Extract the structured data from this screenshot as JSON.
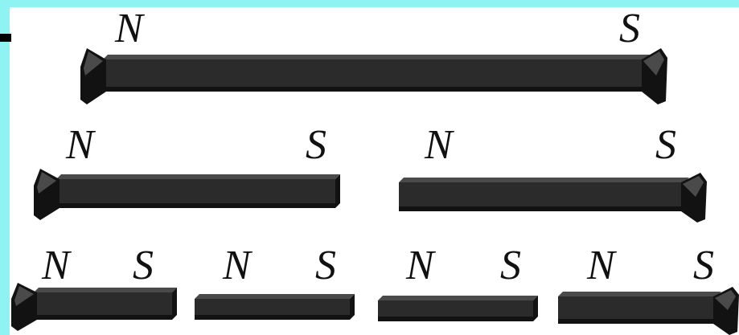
{
  "colors": {
    "background": "#8ff3f3",
    "panel": "#ffffff",
    "magnet_body": "#2b2b2b",
    "magnet_top": "#4a4a4a",
    "magnet_shadow": "#121212",
    "label": "#111111"
  },
  "rows": [
    {
      "magnets": [
        {
          "north": "N",
          "south": "S",
          "flared": [
            "north",
            "south"
          ]
        }
      ]
    },
    {
      "magnets": [
        {
          "north": "N",
          "south": "S",
          "flared": [
            "north"
          ]
        },
        {
          "north": "N",
          "south": "S",
          "flared": [
            "south"
          ]
        }
      ]
    },
    {
      "magnets": [
        {
          "north": "N",
          "south": "S",
          "flared": [
            "north"
          ]
        },
        {
          "north": "N",
          "south": "S",
          "flared": []
        },
        {
          "north": "N",
          "south": "S",
          "flared": []
        },
        {
          "north": "N",
          "south": "S",
          "flared": [
            "south"
          ]
        }
      ]
    }
  ]
}
